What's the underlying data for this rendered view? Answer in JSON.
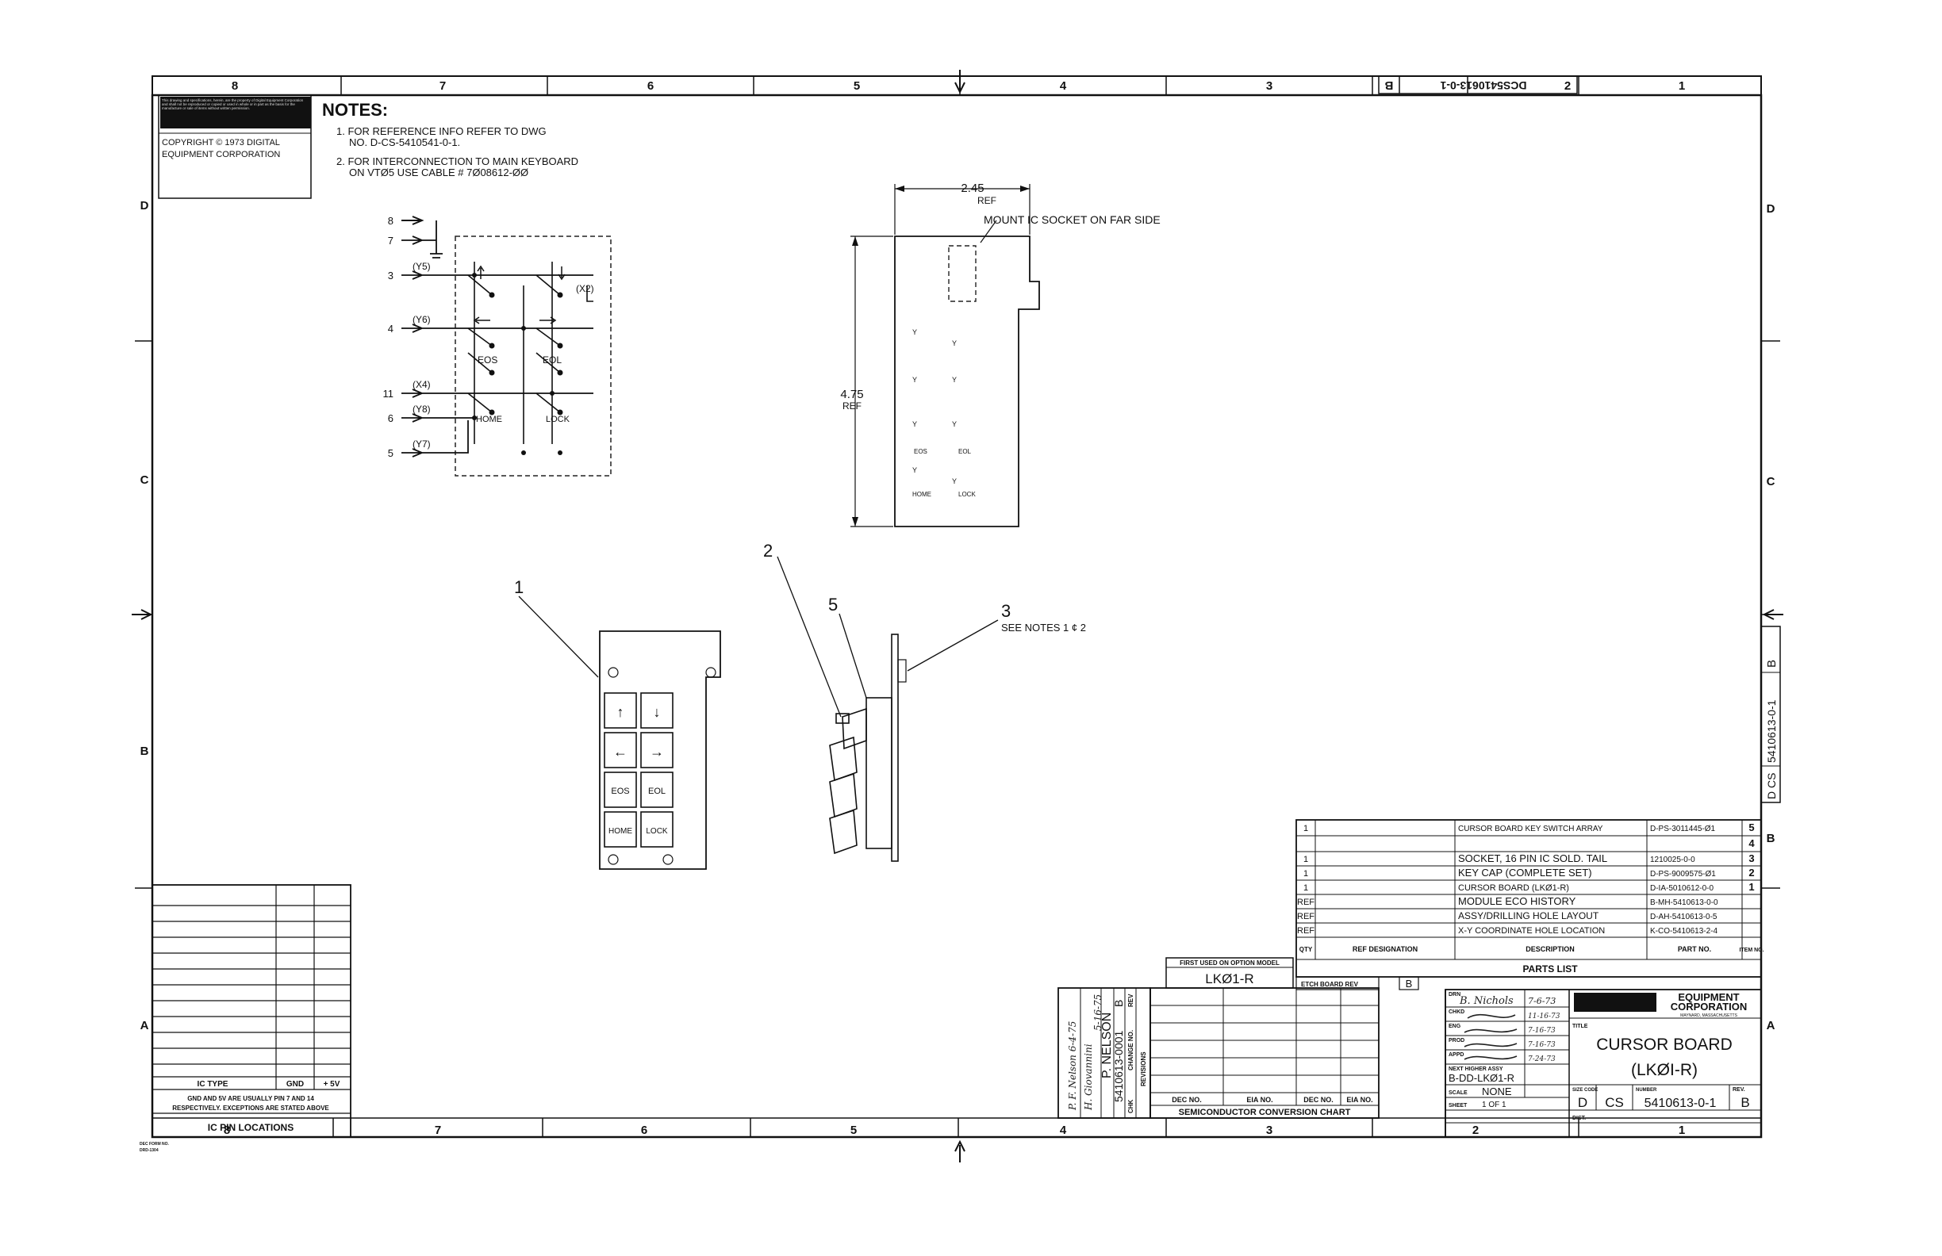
{
  "zones_top": [
    "8",
    "7",
    "6",
    "5",
    "4",
    "3",
    "2",
    "1"
  ],
  "zones_bottom": [
    "8",
    "7",
    "6",
    "5",
    "4",
    "3",
    "2",
    "1"
  ],
  "zones_side": [
    "D",
    "C",
    "B",
    "A"
  ],
  "corner_block": {
    "code": "B",
    "number": "DCS5410613-0-1",
    "sheet": "2"
  },
  "proprietary_note": "This drawing and specifications, herein, are the property of Digital Equipment Corporation and shall not be reproduced or copied or used in whole or in part as the basis for the manufacture or sale of items without written permission.",
  "copyright": [
    "COPYRIGHT © 1973 DIGITAL",
    "EQUIPMENT CORPORATION"
  ],
  "notes": {
    "title": "NOTES:",
    "items": [
      [
        "1. FOR REFERENCE INFO REFER TO DWG",
        "NO. D-CS-5410541-0-1."
      ],
      [
        "2. FOR INTERCONNECTION TO MAIN KEYBOARD",
        "ON VTØ5 USE CABLE # 7Ø08612-ØØ"
      ]
    ]
  },
  "schematic": {
    "pins": [
      "8",
      "7",
      "3",
      "4",
      "11",
      "6",
      "5"
    ],
    "pin_labels": [
      "(Y5)",
      "(Y6)",
      "(X4)",
      "(Y8)",
      "(Y7)"
    ],
    "x_label": "(X2)",
    "switch_labels": [
      "EOS",
      "EOL",
      "HOME",
      "LOCK"
    ]
  },
  "board_view": {
    "width_dim": "2.45",
    "width_ref": "REF",
    "height_dim": "4.75",
    "height_ref": "REF",
    "socket_note": "MOUNT IC SOCKET ON FAR SIDE",
    "key_labels": [
      "EOS",
      "EOL",
      "HOME",
      "LOCK"
    ]
  },
  "front_view": {
    "keys": [
      "↑",
      "↓",
      "←",
      "→",
      "EOS",
      "EOL",
      "HOME",
      "LOCK"
    ]
  },
  "callouts": {
    "c1": "1",
    "c2": "2",
    "c3": "3",
    "c5": "5",
    "note": "SEE NOTES 1 ¢ 2"
  },
  "ic_table": {
    "headers": [
      "IC TYPE",
      "GND",
      "+ 5V"
    ],
    "note": [
      "GND AND 5V ARE USUALLY PIN 7 AND 14",
      "RESPECTIVELY. EXCEPTIONS ARE STATED ABOVE"
    ],
    "title": "IC PIN LOCATIONS"
  },
  "parts_list": {
    "rows": [
      {
        "qty": "1",
        "desc": "CURSOR BOARD KEY SWITCH ARRAY",
        "part": "D-PS-3011445-Ø1",
        "item": "5"
      },
      {
        "qty": "",
        "desc": "",
        "part": "",
        "item": "4"
      },
      {
        "qty": "1",
        "desc": "SOCKET, 16 PIN IC SOLD. TAIL",
        "part": "1210025-0-0",
        "item": "3"
      },
      {
        "qty": "1",
        "desc": "KEY CAP (COMPLETE SET)",
        "part": "D-PS-9009575-Ø1",
        "item": "2"
      },
      {
        "qty": "1",
        "desc": "CURSOR BOARD (LKØ1-R)",
        "part": "D-IA-5010612-0-0",
        "item": "1"
      },
      {
        "qty": "REF",
        "desc": "MODULE ECO HISTORY",
        "part": "B-MH-5410613-0-0",
        "item": ""
      },
      {
        "qty": "REF",
        "desc": "ASSY/DRILLING HOLE LAYOUT",
        "part": "D-AH-5410613-0-5",
        "item": ""
      },
      {
        "qty": "REF",
        "desc": "X-Y COORDINATE HOLE LOCATION",
        "part": "K-CO-5410613-2-4",
        "item": ""
      }
    ],
    "headers": {
      "qty": "QTY",
      "ref": "REF DESIGNATION",
      "desc": "DESCRIPTION",
      "part": "PART NO.",
      "item": "ITEM NO."
    },
    "title": "PARTS LIST"
  },
  "first_used": {
    "label": "FIRST USED ON OPTION MODEL",
    "value": "LKØ1-R"
  },
  "etch_board": {
    "label": "ETCH BOARD REV",
    "value": "B"
  },
  "conversion_chart": {
    "cols": [
      "DEC NO.",
      "EIA NO.",
      "DEC NO.",
      "EIA NO."
    ],
    "title": "SEMICONDUCTOR CONVERSION CHART"
  },
  "revisions": {
    "label": "REVISIONS",
    "change_no": "CHANGE NO.",
    "chk": "CHK",
    "rev": "REV",
    "entries": [
      "P. NELSON",
      "5410613-0001",
      "B",
      "5-16-75"
    ],
    "signatures": [
      "P. F. Nelson 6-4-75",
      "H. Giovannini"
    ]
  },
  "title_block": {
    "drn_label": "DRN",
    "drn": "B. Nichols",
    "drn_date": "7-6-73",
    "chkd_label": "CHKD",
    "eng_label": "ENG",
    "prod_label": "PROD",
    "appd_label": "APPD",
    "dates": [
      "11-16-73",
      "7-16-73",
      "7-16-73",
      "7-24-73"
    ],
    "company": [
      "EQUIPMENT",
      "CORPORATION"
    ],
    "company_sub": "MAYNARD, MASSACHUSETTS",
    "title_label": "TITLE",
    "title": [
      "CURSOR BOARD",
      "(LKØI-R)"
    ],
    "next_assy_label": "NEXT HIGHER ASSY",
    "next_assy": "B-DD-LKØ1-R",
    "scale_label": "SCALE",
    "scale": "NONE",
    "sheet_label": "SHEET",
    "sheet": "1 OF 1",
    "dist_label": "DIST.",
    "size": "D",
    "code": "CS",
    "number": "5410613-0-1",
    "rev_label": "REV.",
    "rev": "B",
    "number_label": "NUMBER",
    "size_code_label": "SIZE CODE"
  },
  "side_block": {
    "code": "D CS",
    "number": "5410613-0-1",
    "rev": "B"
  },
  "footer": [
    "DEC FORM NO.",
    "DRD-1304"
  ]
}
